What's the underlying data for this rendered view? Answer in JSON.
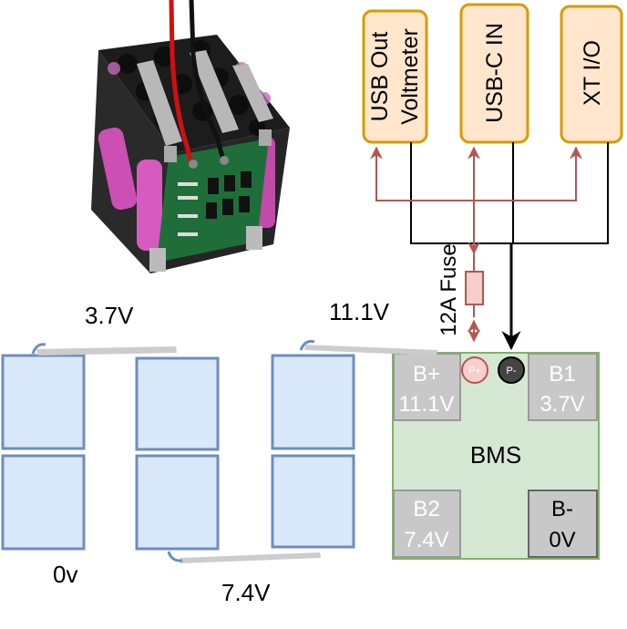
{
  "modules": {
    "usb_out": [
      "USB Out",
      "Voltmeter"
    ],
    "usbc_in": "USB-C IN",
    "xt_io": "XT I/O"
  },
  "fuse_label": "12A Fuse",
  "bms": {
    "label": "BMS",
    "pads": {
      "b_plus": [
        "B+",
        "11.1V"
      ],
      "b1": [
        "B1",
        "3.7V"
      ],
      "b2": [
        "B2",
        "7.4V"
      ],
      "b_minus": [
        "B-",
        "0V"
      ]
    },
    "p_plus": "P+",
    "p_minus": "P-"
  },
  "voltage_labels": {
    "v1": "3.7V",
    "v3": "11.1V",
    "v0": "0v",
    "v2": "7.4V"
  },
  "colors": {
    "module_fill": "#ffe6cc",
    "module_stroke": "#d79b00",
    "wire_positive": "#b85450",
    "wire_negative": "#000000",
    "bms_fill": "#d5e8d4",
    "bms_stroke": "#82b366",
    "pad_fill": "#c8c8c8",
    "pad_stroke": "#9a9a9a",
    "cell_fill": "#dae8fc",
    "cell_stroke": "#6c8ebf",
    "strap": "#cccccc",
    "fuse_fill": "#f8cecc"
  }
}
